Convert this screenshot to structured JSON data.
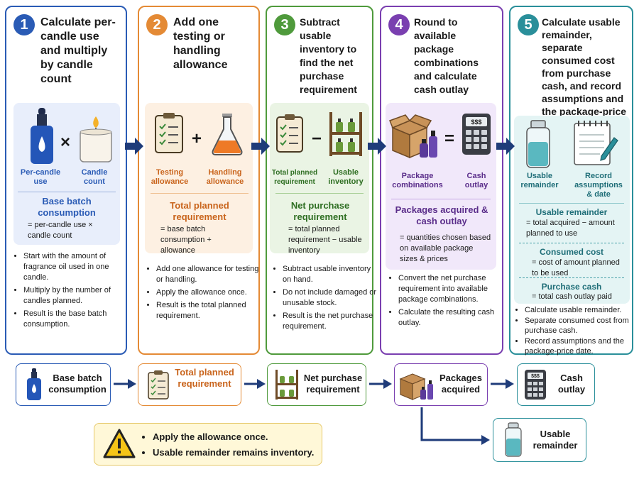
{
  "steps": [
    {
      "number": "1",
      "title": "Calculate per-candle use and multiply by candle count",
      "item_a": "Per-candle use",
      "operator": "×",
      "item_b": "Candle count",
      "result_title": "Base batch consumption",
      "result_desc": "= per-candle use × candle count",
      "bullets": [
        "Start with the amount of fragrance oil used in one candle.",
        "Multiply by the number of candles planned.",
        "Result is the base batch consumption."
      ]
    },
    {
      "number": "2",
      "title": "Add one testing or handling allowance",
      "item_a": "Testing allowance",
      "operator": "+",
      "item_b": "Handling allowance",
      "result_title": "Total planned requirement",
      "result_desc": "= base batch consumption + allowance",
      "bullets": [
        "Add one allowance for testing or handling.",
        "Apply the allowance once.",
        "Result is the total planned requirement."
      ]
    },
    {
      "number": "3",
      "title": "Subtract usable inventory to find the net purchase requirement",
      "item_a": "Total planned requirement",
      "operator": "−",
      "item_b": "Usable inventory",
      "result_title": "Net purchase requirement",
      "result_desc": "= total planned requirement − usable inventory",
      "bullets": [
        "Subtract usable inventory on hand.",
        "Do not include damaged or unusable stock.",
        "Result is the net purchase requirement."
      ]
    },
    {
      "number": "4",
      "title": "Round to available package combinations and calculate cash outlay",
      "item_a": "Package combinations",
      "operator": "=",
      "item_b": "Cash outlay",
      "result_title": "Packages acquired & cash outlay",
      "result_desc": "= quantities chosen based on available package sizes & prices",
      "bullets": [
        "Convert the net purchase requirement into available package combinations.",
        "Calculate the resulting cash outlay."
      ]
    },
    {
      "number": "5",
      "title": "Calculate usable remainder, separate consumed cost from purchase cash, and record assumptions and the package-price date",
      "item_a": "Usable remainder",
      "item_b": "Record assumptions & date",
      "results": [
        {
          "title": "Usable remainder",
          "desc": "= total acquired − amount planned to use"
        },
        {
          "title": "Consumed cost",
          "desc": "= cost of amount planned to be used"
        },
        {
          "title": "Purchase cash",
          "desc": "= total cash outlay paid"
        }
      ],
      "bullets": [
        "Calculate usable remainder.",
        "Separate consumed cost from purchase cash.",
        "Record assumptions and the package-price date."
      ]
    }
  ],
  "flow": {
    "base": "Base batch consumption",
    "total": "Total planned requirement",
    "net": "Net purchase requirement",
    "packages": "Packages acquired",
    "cash": "Cash outlay",
    "remainder": "Usable remainder"
  },
  "calculator_display": "$$$",
  "notes": [
    "Apply the allowance once.",
    "Usable remainder remains inventory."
  ],
  "colors": {
    "step1": "#2a5bb5",
    "step2": "#e48a35",
    "step3": "#4f9a3c",
    "step4": "#7a3fb0",
    "step5": "#2a8f9a",
    "arrow": "#1f3c7a",
    "warning_fill": "#fff8d8",
    "warning_border": "#e6c86a"
  },
  "icons": [
    "dropper-bottle-icon",
    "candle-icon",
    "clipboard-checklist-icon",
    "flask-icon",
    "shelf-bottles-icon",
    "box-bottles-icon",
    "calculator-icon",
    "jar-icon",
    "notepad-pen-icon",
    "warning-icon",
    "arrow-icon"
  ]
}
